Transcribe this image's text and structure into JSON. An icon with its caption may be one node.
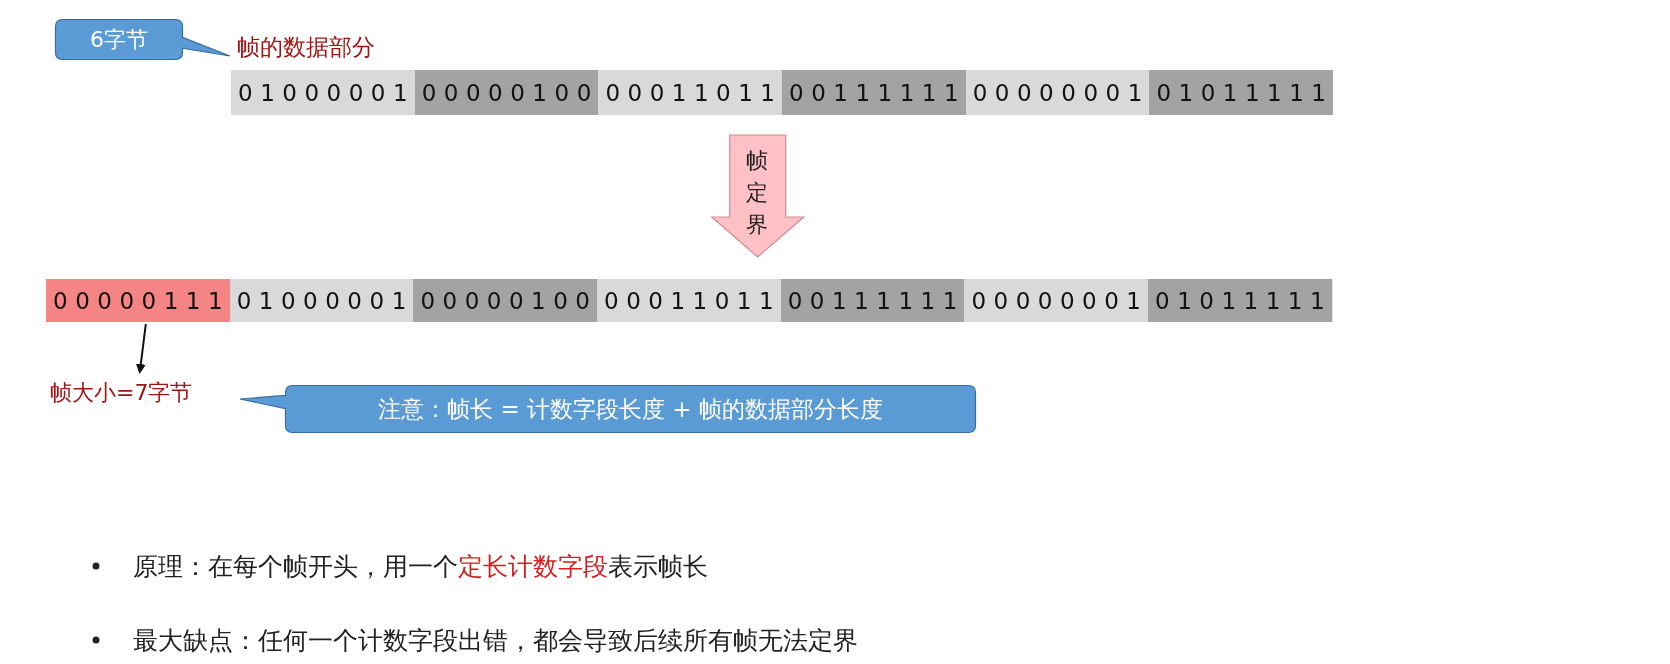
{
  "diagram": {
    "nodes": [
      {
        "text": [
          "6字节"
        ]
      },
      {
        "text": [
          "帧的数据部分"
        ]
      },
      {
        "text": [
          "01000001"
        ],
        "in": 1
      },
      {
        "text": [
          "00000100"
        ],
        "in": 1
      },
      {
        "text": [
          "00011011"
        ],
        "in": 1
      },
      {
        "text": [
          "00111111"
        ],
        "in": 1
      },
      {
        "text": [
          "00000001"
        ],
        "in": 1
      },
      {
        "text": [
          "01011111"
        ],
        "in": 1
      },
      {
        "text": [],
        "shape": "bar"
      },
      {
        "text": [
          "00000111"
        ],
        "in": 8
      },
      {
        "text": [
          "01000001"
        ],
        "in": 8
      },
      {
        "text": [
          "00000100"
        ],
        "in": 8
      },
      {
        "text": [
          "00011011"
        ],
        "in": 8
      },
      {
        "text": [
          "00111111"
        ],
        "in": 8
      },
      {
        "text": [
          "00000001"
        ],
        "in": 8
      },
      {
        "text": [
          "01011111"
        ],
        "in": 8
      },
      {
        "text": [
          "帧大小=7字节"
        ]
      },
      {
        "text": [
          "注意：帧长 = 计数字段长度 + 帧的数据部分长度"
        ]
      }
    ],
    "edges": [
      {
        "from": 1,
        "to": 8,
        "arrow": "to",
        "label": "帧定界",
        "style": "thick"
      },
      {
        "from": 9,
        "to": 16,
        "arrow": "to"
      }
    ],
    "labels": [
      "原理：在每个帧开头，用一个",
      "定长计数字段",
      "表示帧长",
      "最大缺点：任何一个计数字段出错，都会导致后续所有帧无法定界"
    ]
  }
}
